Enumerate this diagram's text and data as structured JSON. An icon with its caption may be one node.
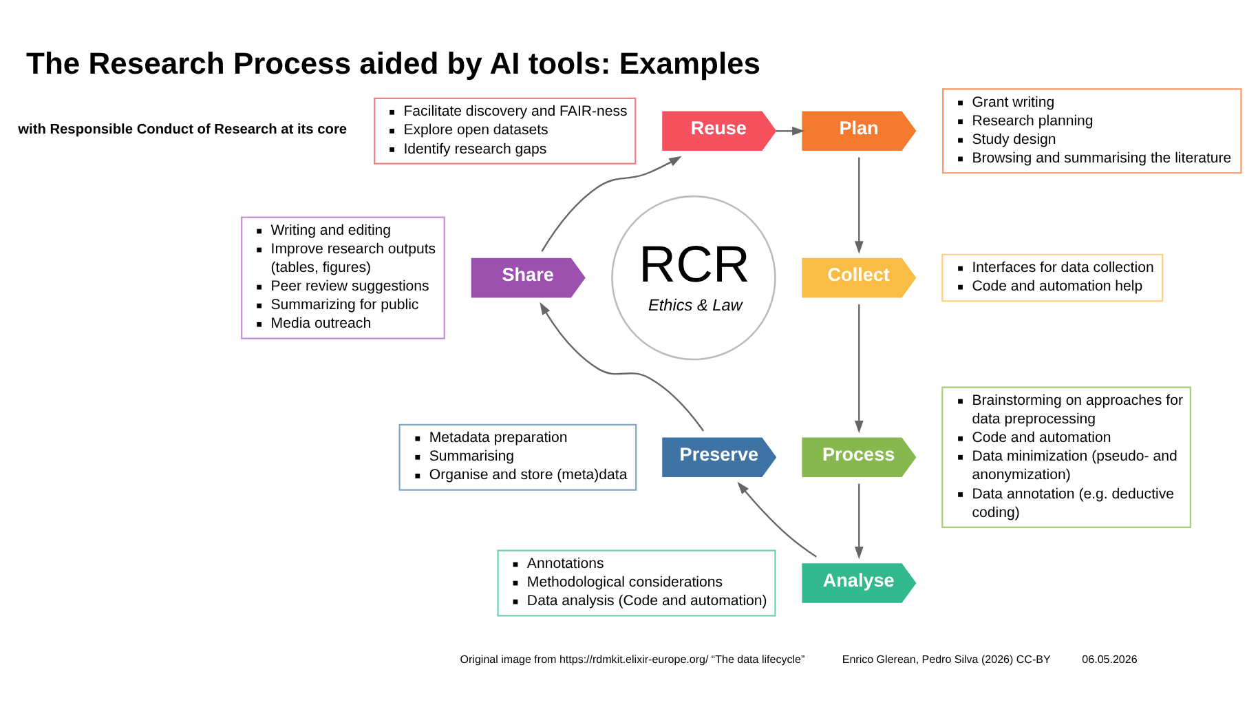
{
  "diagram": {
    "title": "The Research Process aided by AI tools: Examples",
    "nodes": [
      {
        "text": [
          "RCR",
          "Ethics & Law"
        ]
      },
      {
        "text": [
          "Reuse"
        ]
      },
      {
        "text": [
          "Plan"
        ]
      },
      {
        "text": [
          "Collect"
        ]
      },
      {
        "text": [
          "Process"
        ]
      },
      {
        "text": [
          "Analyse"
        ]
      },
      {
        "text": [
          "Preserve"
        ]
      },
      {
        "text": [
          "Share"
        ]
      },
      {
        "text": [
          "Facilitate discovery and FAIR-ness",
          "Explore open datasets",
          "Identify research gaps"
        ]
      },
      {
        "text": [
          "Grant writing",
          "Research planning",
          "Study design",
          "Browsing and summarising the literature"
        ]
      },
      {
        "text": [
          "Interfaces for data collection",
          "Code and automation help"
        ]
      },
      {
        "text": [
          "Brainstorming on approaches for data preprocessing",
          "Code and automation",
          "Data minimization (pseudo- and anonymization)",
          "Data annotation (e.g. deductive coding)"
        ]
      },
      {
        "text": [
          "Annotations",
          "Methodological considerations",
          "Data analysis (Code and automation)"
        ]
      },
      {
        "text": [
          "Metadata preparation",
          "Summarising",
          "Organise and store (meta)data"
        ]
      },
      {
        "text": [
          "Writing and editing",
          "Improve research outputs (tables, figures)",
          "Peer review suggestions",
          "Summarizing for public",
          "Media outreach"
        ]
      }
    ],
    "edges": [
      {
        "from": 1,
        "to": 2,
        "arrow": "to"
      },
      {
        "from": 2,
        "to": 3,
        "arrow": "to"
      },
      {
        "from": 3,
        "to": 4,
        "arrow": "to"
      },
      {
        "from": 4,
        "to": 5,
        "arrow": "to"
      },
      {
        "from": 5,
        "to": 6,
        "arrow": "to"
      },
      {
        "from": 6,
        "to": 7,
        "arrow": "to"
      },
      {
        "from": 7,
        "to": 1,
        "arrow": "to"
      }
    ],
    "labels": [
      "with Responsible Conduct of Research at its core",
      "Enrico Glerean, Pedro Silva (2026) CC-BY",
      "06.05.2026",
      "Original image from https://rdmkit.elixir-europe.org/ “The data lifecycle”"
    ]
  }
}
